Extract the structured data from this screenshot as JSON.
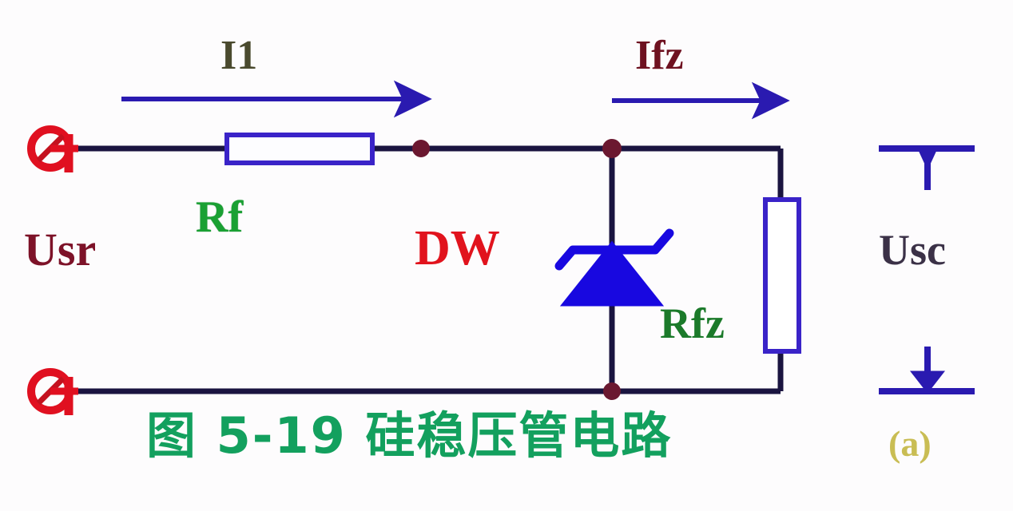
{
  "figure": {
    "caption": "图 5-19 硅稳压管电路",
    "subfigure_label": "(a)",
    "type": "circuit-schematic",
    "description": "Silicon zener (voltage regulator) diode shunt regulator circuit"
  },
  "labels": {
    "input_voltage": "Usr",
    "output_voltage": "Usc",
    "series_current": "I1",
    "load_current": "Ifz",
    "series_resistor": "Rf",
    "load_resistor": "Rfz",
    "zener_diode": "DW"
  },
  "components": [
    {
      "ref": "Rf",
      "kind": "resistor",
      "orientation": "horizontal",
      "label": "Rf"
    },
    {
      "ref": "DW",
      "kind": "zener-diode",
      "orientation": "vertical",
      "label": "DW"
    },
    {
      "ref": "Rfz",
      "kind": "resistor",
      "orientation": "vertical",
      "label": "Rfz"
    }
  ],
  "currents": [
    {
      "name": "I1",
      "direction": "right",
      "branch": "series-input"
    },
    {
      "name": "Ifz",
      "direction": "right",
      "branch": "load"
    }
  ],
  "terminals": [
    {
      "name": "input-top",
      "symbol": "circle-slash",
      "color": "#e01020"
    },
    {
      "name": "input-bottom",
      "symbol": "circle-slash",
      "color": "#e01020"
    }
  ],
  "colors": {
    "wire": "#1a1440",
    "component_outline": "#3a23c8",
    "current_arrow": "#2a1ab0",
    "node_dot": "#6b1830",
    "terminal": "#e01020",
    "caption": "#13a05e",
    "resistor_label": "#1aa033",
    "zener_label": "#e1131d",
    "zener_body": "#1808e0",
    "usr_label": "#7d1228",
    "usc_label": "#3b3147",
    "i1_label": "#4a4a2e",
    "ifz_label": "#6e1120",
    "subfigure_label": "#c9bd54",
    "background": "#fdfcfd"
  }
}
